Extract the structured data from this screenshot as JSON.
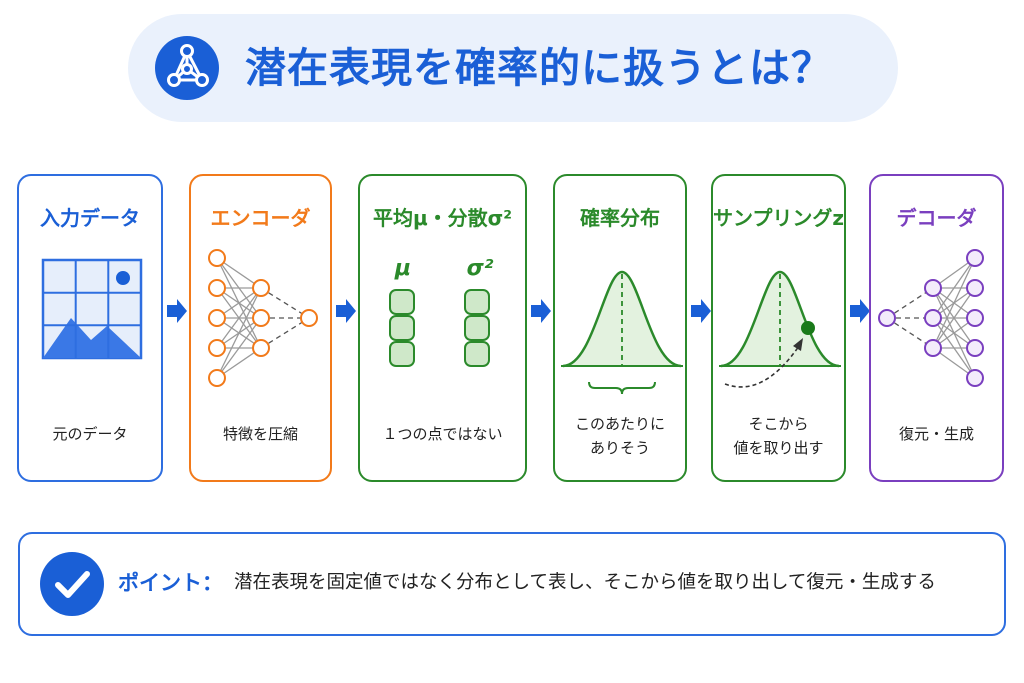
{
  "title": "潜在表現を確率的に扱うとは？",
  "colors": {
    "blue": "#1a5fd6",
    "orange": "#f27a1a",
    "green": "#2b8a2b",
    "purple": "#7a3fbf"
  },
  "steps": [
    {
      "title": "入力データ",
      "caption": "元のデータ",
      "icon": "image-grid-icon"
    },
    {
      "title": "エンコーダ",
      "caption": "特徴を圧縮",
      "icon": "neural-network-icon"
    },
    {
      "title": "平均μ・分散σ²",
      "mu": "μ",
      "sigma": "σ²",
      "caption": "１つの点ではない"
    },
    {
      "title": "確率分布",
      "caption_line1": "このあたりに",
      "caption_line2": "ありそう",
      "icon": "bell-curve-icon"
    },
    {
      "title": "サンプリングz",
      "caption_line1": "そこから",
      "caption_line2": "値を取り出す",
      "icon": "bell-curve-sample-icon"
    },
    {
      "title": "デコーダ",
      "caption": "復元・生成",
      "icon": "neural-network-icon"
    }
  ],
  "point": {
    "label": "ポイント：",
    "text": "潜在表現を固定値ではなく分布として表し、そこから値を取り出して復元・生成する"
  }
}
